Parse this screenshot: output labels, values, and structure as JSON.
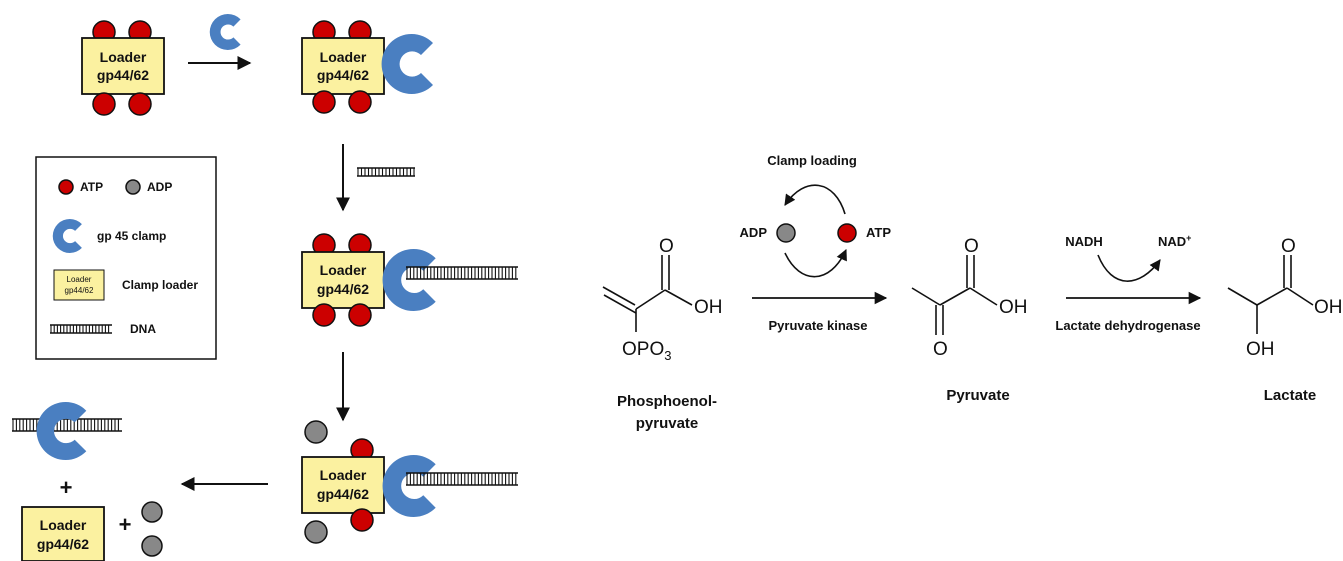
{
  "colors": {
    "atp": "#cc0000",
    "adp": "#888888",
    "clamp": "#4a7fc1",
    "loader": "#fbf1a0",
    "stroke": "#111111"
  },
  "icons": {
    "atp": "red-circle",
    "adp": "gray-circle",
    "clamp": "c-shaped-clamp",
    "dna": "ladder-line",
    "arrow": "arrow"
  },
  "loader": {
    "line1": "Loader",
    "line2": "gp44/62"
  },
  "legend": {
    "atp": "ATP",
    "adp": "ADP",
    "clamp": "gp 45 clamp",
    "loader": "Clamp loader",
    "dna": "DNA"
  },
  "products": {
    "plus1": "+",
    "plus2": "+"
  },
  "cycle": {
    "title": "Clamp loading",
    "adp": "ADP",
    "atp": "ATP"
  },
  "reactions": {
    "pk_enzyme": "Pyruvate kinase",
    "ldh_enzyme": "Lactate dehydrogenase",
    "nadh": "NADH",
    "nad_base": "NAD",
    "nad_sup": "+"
  },
  "molecules": {
    "pep": {
      "atoms": {
        "o": "O",
        "oh": "OH",
        "opo": "OPO",
        "sub": "3"
      },
      "name_line1": "Phosphoenol-",
      "name_line2": "pyruvate"
    },
    "pyruvate": {
      "atoms": {
        "o_top": "O",
        "oh": "OH",
        "o_bot": "O"
      },
      "name": "Pyruvate"
    },
    "lactate": {
      "atoms": {
        "o": "O",
        "oh_acid": "OH",
        "oh_alc": "OH"
      },
      "name": "Lactate"
    }
  }
}
